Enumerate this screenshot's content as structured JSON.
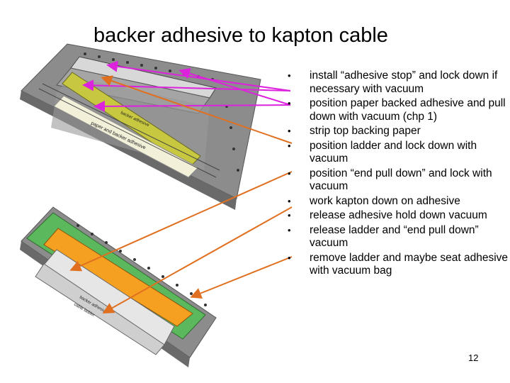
{
  "slide": {
    "title": "backer adhesive to kapton cable",
    "bullets": [
      "install “adhesive stop” and lock down if necessary with vacuum",
      "position paper backed adhesive and pull down with vacuum (chp 1)",
      "strip top backing paper",
      "position ladder and lock down with vacuum",
      "position “end pull down” and lock with vacuum",
      "work kapton down on adhesive",
      "release adhesive hold down vacuum",
      "release ladder and “end pull down” vacuum",
      "remove ladder and maybe seat adhesive with vacuum bag"
    ],
    "page_number": "12"
  },
  "figure": {
    "upper_labels": [
      "paper and backer adhesive",
      "backer adhesive"
    ],
    "lower_labels": [
      "backer adhesive",
      "cable ladder"
    ]
  },
  "colors": {
    "magenta_arrow": "#dd22dd",
    "orange_arrow": "#e07020",
    "fixture_gray": "#8a8a8a",
    "adhesive_yellow": "#c8c840",
    "kapton_orange": "#f5a020",
    "base_green": "#5cb85c"
  }
}
